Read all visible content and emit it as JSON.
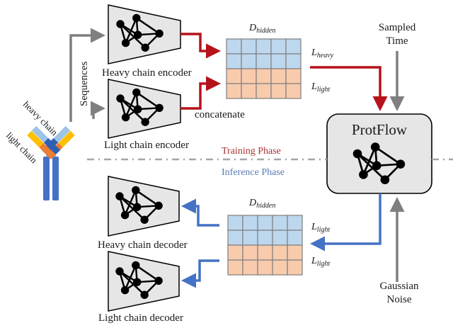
{
  "colors": {
    "training_arrow": "#b5121b",
    "inference_arrow": "#4472c4",
    "input_arrow": "#7f7f7f",
    "heavy_cell": "#bdd7ee",
    "light_cell": "#f8cbad",
    "module_fill": "#e7e6e6",
    "training_text": "#a83232",
    "inference_text": "#5b7cb5"
  },
  "antibody": {
    "heavy_chain_label": "heavy chain",
    "light_chain_label": "light chain",
    "sequences_label": "Sequences"
  },
  "encoders": {
    "heavy": "Heavy chain encoder",
    "light": "Light chain encoder",
    "concatenate_label": "concatenate"
  },
  "training_matrix": {
    "dim_label": "D",
    "dim_sub": "hidden",
    "rows": [
      {
        "label": "L",
        "sub": "heavy"
      },
      {
        "label": "L",
        "sub": "light"
      }
    ]
  },
  "inference_matrix": {
    "dim_label": "D",
    "dim_sub": "hidden",
    "rows": [
      {
        "label": "L",
        "sub": "light"
      },
      {
        "label": "L",
        "sub": "light"
      }
    ]
  },
  "protflow": {
    "title": "ProtFlow"
  },
  "inputs": {
    "sampled_time_line1": "Sampled",
    "sampled_time_line2": "Time",
    "gaussian_line1": "Gaussian",
    "gaussian_line2": "Noise"
  },
  "phases": {
    "training": "Training Phase",
    "inference": "Inference Phase"
  },
  "decoders": {
    "heavy": "Heavy chain decoder",
    "light": "Light chain decoder"
  }
}
